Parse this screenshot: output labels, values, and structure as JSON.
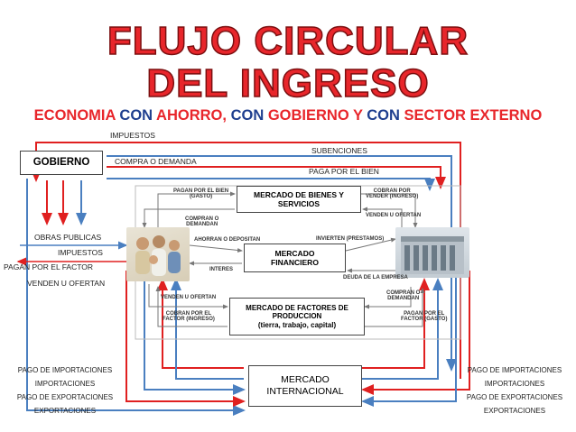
{
  "title": {
    "line1": "FLUJO CIRCULAR",
    "line2": "DEL INGRESO",
    "subtitle_parts": [
      "ECONOMIA ",
      "CON",
      " AHORRO, ",
      "CON",
      " GOBIERNO Y ",
      "CON",
      " SECTOR EXTERNO"
    ]
  },
  "colors": {
    "title_red": "#e8262b",
    "red_arrow": "#e02020",
    "blue_arrow": "#4a7fc0",
    "subtitle_text": "#e8262b",
    "subtitle_con": "#1f3f8f"
  },
  "boxes": {
    "gobierno": "GOBIERNO",
    "bienes": [
      "MERCADO DE BIENES Y",
      "SERVICIOS"
    ],
    "financiero": [
      "MERCADO",
      "FINANCIERO"
    ],
    "factores": [
      "MERCADO DE FACTORES DE",
      "PRODUCCION",
      "(tierra, trabajo, capital)"
    ],
    "internacional": [
      "MERCADO",
      "INTERNACIONAL"
    ]
  },
  "top_labels": {
    "impuestos": "IMPUESTOS",
    "subenciones": "SUBENCIONES",
    "compra": "COMPRA O DEMANDA",
    "paga_bien": "PAGA POR EL BIEN"
  },
  "left_labels": {
    "obras": "OBRAS PUBLICAS",
    "impuestos": "IMPUESTOS",
    "paga_factor": "PAGAN POR EL FACTOR",
    "venden": "VENDEN U OFERTAN"
  },
  "inner_labels": {
    "pagan_bien": [
      "PAGAN POR EL BIEN",
      "(GASTO)"
    ],
    "cobran_vender": [
      "COBRAN POR",
      "VENDER (INGRESO)"
    ],
    "venden_ofertan_r": "VENDEN U OFERTAN",
    "compran_demandan_l": [
      "COMPRAN O",
      "DEMANDAN"
    ],
    "ahorran": "AHORRAN O DEPOSITAN",
    "invierten": "INVIERTEN (PRESTAMOS)",
    "intereses": "INTERES",
    "deuda": "DEUDA DE LA EMPRESA",
    "venden_ofertan_l": "VENDEN U OFERTAN",
    "cobran_factor": [
      "COBRAN POR EL",
      "FACTOR (INGRESO)"
    ],
    "compran_demandan_r": [
      "COMPRAN O",
      "DEMANDAN"
    ],
    "pagan_factor_r": [
      "PAGAN POR EL",
      "FACTOR (GASTO)"
    ]
  },
  "side_left": [
    "PAGO DE IMPORTACIONES",
    "IMPORTACIONES",
    "PAGO DE EXPORTACIONES",
    "EXPORTACIONES"
  ],
  "side_right": [
    "PAGO DE IMPORTACIONES",
    "IMPORTACIONES",
    "PAGO DE EXPORTACIONES",
    "EXPORTACIONES"
  ]
}
